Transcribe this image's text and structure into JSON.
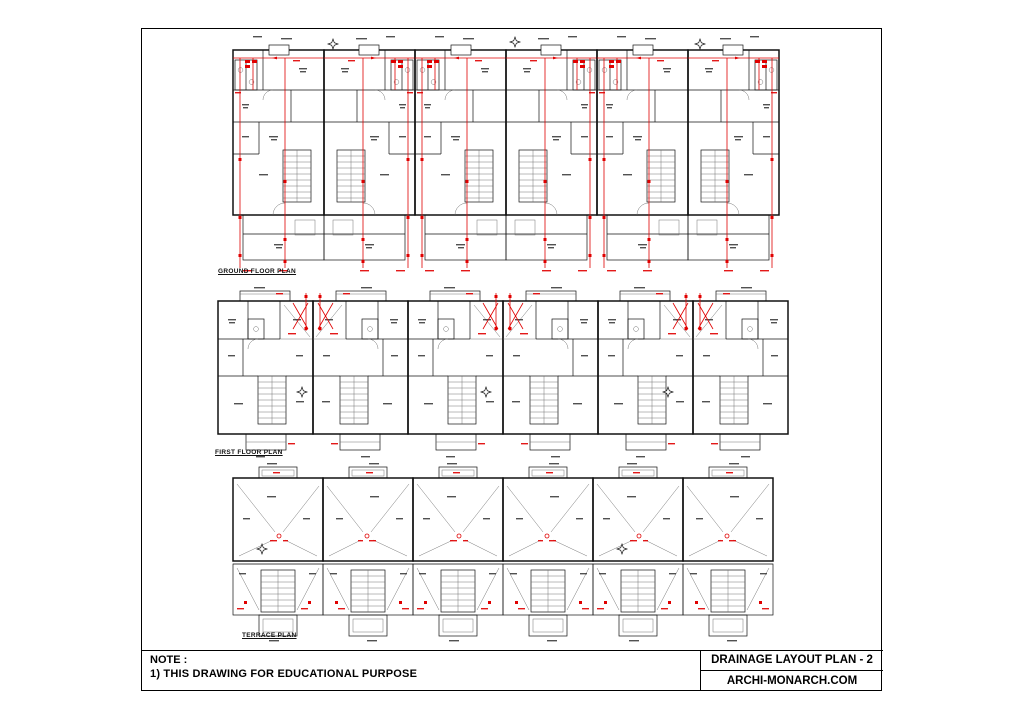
{
  "note": {
    "heading": "NOTE :",
    "item1": "1) THIS DRAWING FOR EDUCATIONAL PURPOSE"
  },
  "title_block": {
    "title": "DRAINAGE LAYOUT PLAN - 2",
    "website": "ARCHI-MONARCH.COM"
  },
  "plans": {
    "ground": {
      "label": "GROUND FLOOR PLAN"
    },
    "first": {
      "label": "FIRST FLOOR PLAN"
    },
    "terrace": {
      "label": "TERRACE PLAN"
    }
  },
  "drawing_info": {
    "plan_count": 3,
    "units_per_plan": 6,
    "annotation_color": "#e00000",
    "linework_color": "#111111",
    "paper_color": "#ffffff"
  }
}
